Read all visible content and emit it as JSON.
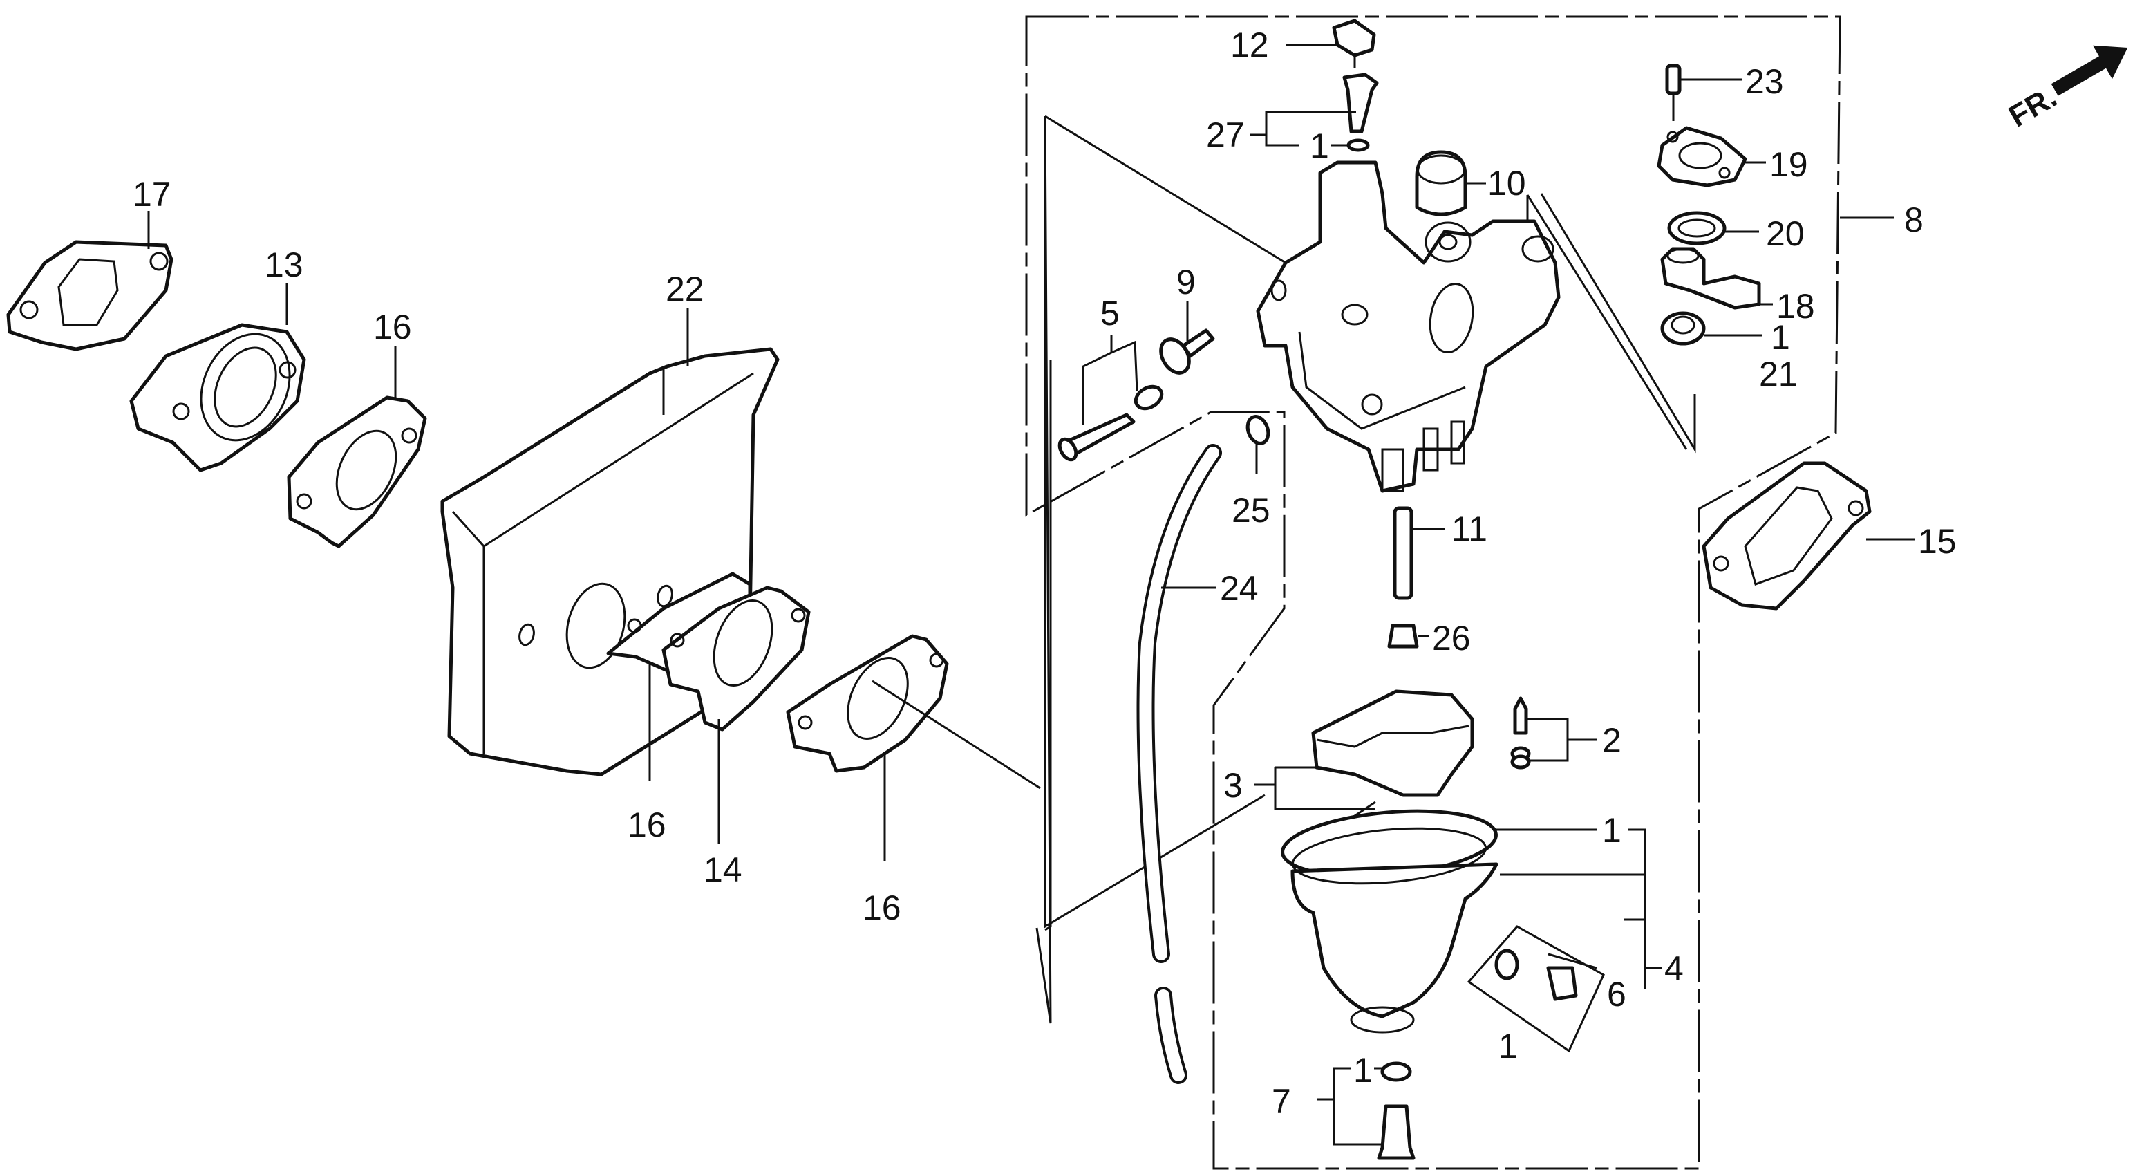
{
  "diagram": {
    "title": "Carburetor exploded parts diagram",
    "direction_indicator": {
      "label": "FR.",
      "icon": "front-direction-arrow-icon"
    },
    "callouts": [
      {
        "id": "c17",
        "label": "17"
      },
      {
        "id": "c13",
        "label": "13"
      },
      {
        "id": "c16a",
        "label": "16"
      },
      {
        "id": "c22",
        "label": "22"
      },
      {
        "id": "c16b",
        "label": "16"
      },
      {
        "id": "c14",
        "label": "14"
      },
      {
        "id": "c16c",
        "label": "16"
      },
      {
        "id": "c12",
        "label": "12"
      },
      {
        "id": "c27",
        "label": "27"
      },
      {
        "id": "c1a",
        "label": "1"
      },
      {
        "id": "c10",
        "label": "10"
      },
      {
        "id": "c9",
        "label": "9"
      },
      {
        "id": "c5",
        "label": "5"
      },
      {
        "id": "c25",
        "label": "25"
      },
      {
        "id": "c24",
        "label": "24"
      },
      {
        "id": "c11",
        "label": "11"
      },
      {
        "id": "c26",
        "label": "26"
      },
      {
        "id": "c3",
        "label": "3"
      },
      {
        "id": "c2",
        "label": "2"
      },
      {
        "id": "c1b",
        "label": "1"
      },
      {
        "id": "c4",
        "label": "4"
      },
      {
        "id": "c6",
        "label": "6"
      },
      {
        "id": "c1c",
        "label": "1"
      },
      {
        "id": "c1d",
        "label": "1"
      },
      {
        "id": "c7",
        "label": "7"
      },
      {
        "id": "c23",
        "label": "23"
      },
      {
        "id": "c19",
        "label": "19"
      },
      {
        "id": "c20",
        "label": "20"
      },
      {
        "id": "c8",
        "label": "8"
      },
      {
        "id": "c18",
        "label": "18"
      },
      {
        "id": "c1e",
        "label": "1"
      },
      {
        "id": "c21",
        "label": "21"
      },
      {
        "id": "c15",
        "label": "15"
      }
    ],
    "parts": [
      {
        "name": "gasket-17"
      },
      {
        "name": "insulator-13"
      },
      {
        "name": "gasket-16"
      },
      {
        "name": "plate-22"
      },
      {
        "name": "insulator-14"
      },
      {
        "name": "carburetor-body"
      },
      {
        "name": "fuel-cut-knob-12"
      },
      {
        "name": "valve-27"
      },
      {
        "name": "cap-10"
      },
      {
        "name": "screw-9"
      },
      {
        "name": "pilot-screw-set-5"
      },
      {
        "name": "clip-25"
      },
      {
        "name": "fuel-tube-24"
      },
      {
        "name": "nozzle-11"
      },
      {
        "name": "main-jet-26"
      },
      {
        "name": "float-set-3"
      },
      {
        "name": "float-valve-set-2"
      },
      {
        "name": "float-chamber-4"
      },
      {
        "name": "drain-screw-set-6"
      },
      {
        "name": "bolt-set-7"
      },
      {
        "name": "screw-23"
      },
      {
        "name": "holder-19"
      },
      {
        "name": "packing-20"
      },
      {
        "name": "lever-18"
      },
      {
        "name": "gasket-15"
      }
    ]
  }
}
